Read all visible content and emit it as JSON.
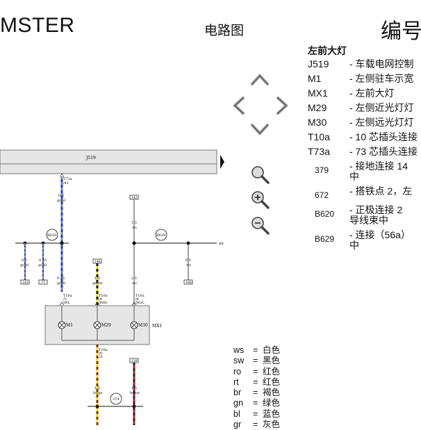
{
  "header": {
    "left_title": "MSTER",
    "center_title": "电路图",
    "right_title": "编号"
  },
  "component_list": {
    "title": "左前大灯",
    "items": [
      {
        "code": "J519",
        "desc": "- 车载电网控制"
      },
      {
        "code": "M1",
        "desc": "- 左侧驻车示宽"
      },
      {
        "code": "MX1",
        "desc": "- 左前大灯"
      },
      {
        "code": "M29",
        "desc": "- 左侧近光灯灯"
      },
      {
        "code": "M30",
        "desc": "- 左侧远光灯灯"
      },
      {
        "code": "T10a",
        "desc": "- 10 芯插头连接"
      },
      {
        "code": "T73a",
        "desc": "- 73 芯插头连接"
      }
    ],
    "extra_items": [
      {
        "code": "379",
        "desc1": "- 接地连接 14",
        "desc2": "中"
      },
      {
        "code": "672",
        "desc1": "- 搭铁点 2，左",
        "desc2": ""
      },
      {
        "code": "B620",
        "desc1": "- 正极连接 2",
        "desc2": "导线束中"
      },
      {
        "code": "B629",
        "desc1": "- 连接（56a）",
        "desc2": "中"
      }
    ]
  },
  "color_codes": [
    {
      "abbr": "ws",
      "eq": "=",
      "name": "白色"
    },
    {
      "abbr": "sw",
      "eq": "=",
      "name": "黑色"
    },
    {
      "abbr": "ro",
      "eq": "=",
      "name": "红色"
    },
    {
      "abbr": "rt",
      "eq": "=",
      "name": "红色"
    },
    {
      "abbr": "br",
      "eq": "=",
      "name": "褐色"
    },
    {
      "abbr": "gn",
      "eq": "=",
      "name": "绿色"
    },
    {
      "abbr": "bl",
      "eq": "=",
      "name": "蓝色"
    },
    {
      "abbr": "gr",
      "eq": "=",
      "name": "灰色"
    }
  ],
  "diagram": {
    "module": "J519",
    "connector_top": "T73a",
    "connector_top_pin": "/41",
    "w1_size": "0.5",
    "w1_color": "gr/bl",
    "w2_size": "1.5",
    "w2_color": "ws",
    "w3_size": "1.0",
    "w3_color": "ge/sw",
    "w4_size": "0.35",
    "w4_color": "gr/bl",
    "w5_size": "1.5",
    "w5_color": "ws",
    "w6_size": "0.5",
    "w6_color": "gr/bl",
    "w7_size": "0.35",
    "w7_color": "gr/bl",
    "w8_size": "0.5",
    "w8_color": "ws",
    "w9_size": "1.5",
    "w9_color": "br/ge",
    "w10_size": "1.0",
    "w10_color": "br/sw",
    "node_b620": "B620",
    "node_b629": "B629",
    "node_379": "379",
    "ref_142": "142",
    "ref_146": "146",
    "ref_143": "143",
    "ref_77": "77",
    "ref_188": "188",
    "ref_139": "139",
    "bus_right": "mr",
    "t10a": "T10a",
    "t10a_pin5": "/5",
    "t10a_pin4": "/4",
    "t10a_pin6": "/6",
    "t10a_pin8": "/8",
    "pin_58l": "58L",
    "pin_56bl": "56bL",
    "pin_56al": "56aL",
    "pin_31": "31",
    "lamp_m1": "M1",
    "lamp_m29": "M29",
    "lamp_m30": "M30",
    "mx1": "MX1"
  }
}
